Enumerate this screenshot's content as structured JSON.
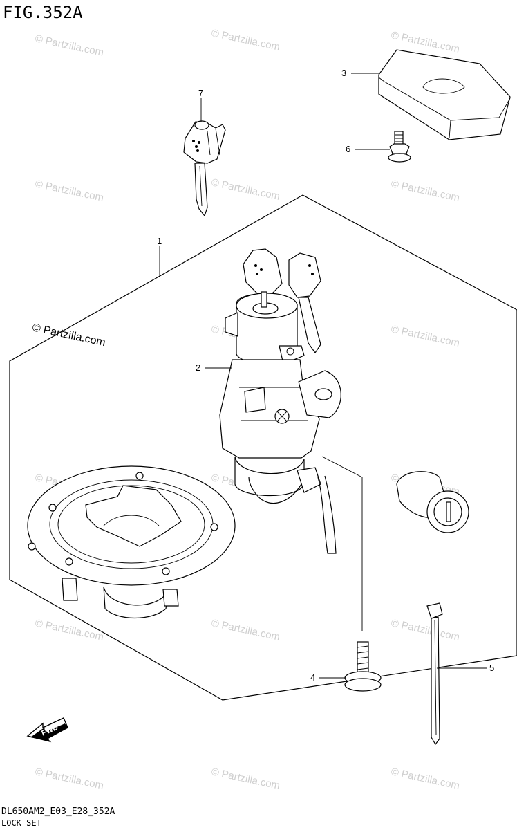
{
  "figure": {
    "title": "FIG.352A",
    "code": "DL650AM2_E03_E28_352A",
    "name": "LOCK SET"
  },
  "callouts": [
    "1",
    "2",
    "3",
    "4",
    "5",
    "6",
    "7"
  ],
  "watermark": {
    "main": "© Partzilla.com",
    "faint": "© Partzilla.com"
  },
  "fwd_label": "FWD"
}
